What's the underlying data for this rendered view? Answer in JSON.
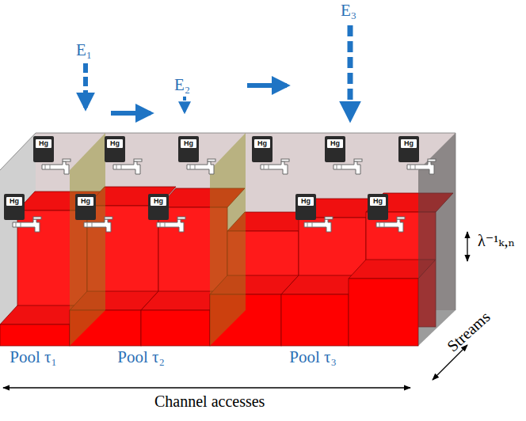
{
  "diagram": {
    "nodes": [
      {
        "text": [
          "Hg"
        ]
      },
      {
        "text": [
          "Hg"
        ]
      },
      {
        "text": [
          "Hg"
        ]
      },
      {
        "text": [
          "Hg"
        ]
      },
      {
        "text": [
          "Hg"
        ]
      },
      {
        "text": [
          "Hg"
        ]
      },
      {
        "text": [
          "Hg"
        ]
      },
      {
        "text": [
          "Hg"
        ]
      },
      {
        "text": [
          "Hg"
        ]
      },
      {
        "text": [
          "Hg"
        ]
      },
      {
        "text": [
          "Hg"
        ]
      }
    ],
    "labels": [
      "E₁",
      "E₂",
      "E₃",
      "Pool τ₁",
      "Pool τ₂",
      "Pool τ₃",
      "λ⁻¹ₖ,ₙ",
      "Streams",
      "Channel accesses"
    ]
  }
}
